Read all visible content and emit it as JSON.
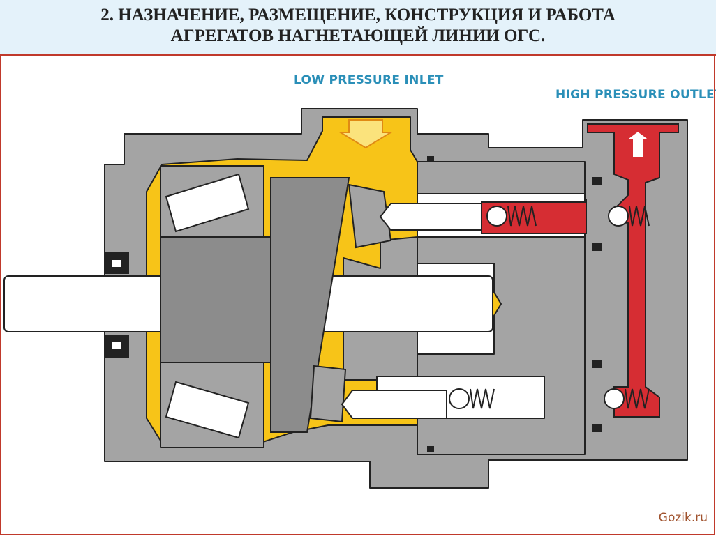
{
  "slide": {
    "title_line1": "2. НАЗНАЧЕНИЕ, РАЗМЕЩЕНИЕ, КОНСТРУКЦИЯ И РАБОТА",
    "title_line2": "АГРЕГАТОВ НАГНЕТАЮЩЕЙ ЛИНИИ ОГС."
  },
  "diagram": {
    "labels": {
      "inlet": "LOW PRESSURE INLET",
      "outlet": "HIGH PRESSURE OUTLET"
    },
    "colors": {
      "housing": "#a4a4a4",
      "housing_dark": "#8c8c8c",
      "low_pressure": "#f7c418",
      "high_pressure": "#d62d33",
      "outline": "#222222",
      "label": "#2a8fb8"
    }
  },
  "watermark": "Gozik.ru"
}
